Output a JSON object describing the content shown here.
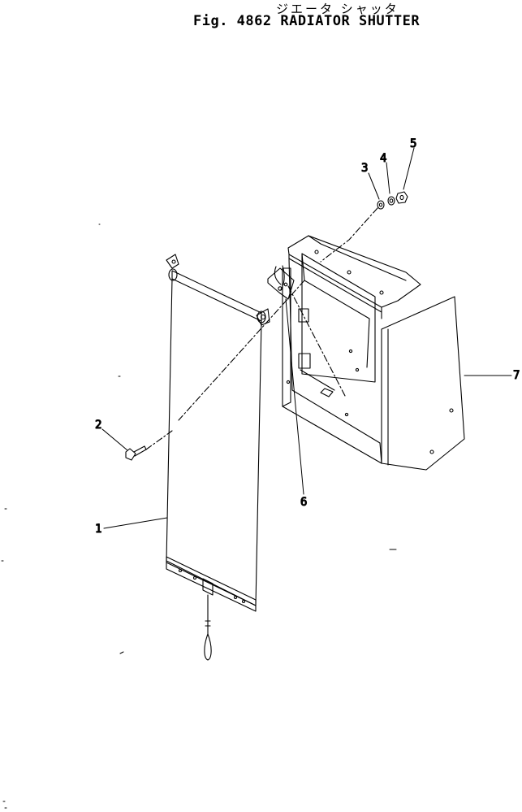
{
  "title": {
    "japanese": "ジエータ シャッタ",
    "english": "Fig. 4862 RADIATOR SHUTTER"
  },
  "callouts": [
    "1",
    "2",
    "3",
    "4",
    "5",
    "6",
    "7"
  ]
}
